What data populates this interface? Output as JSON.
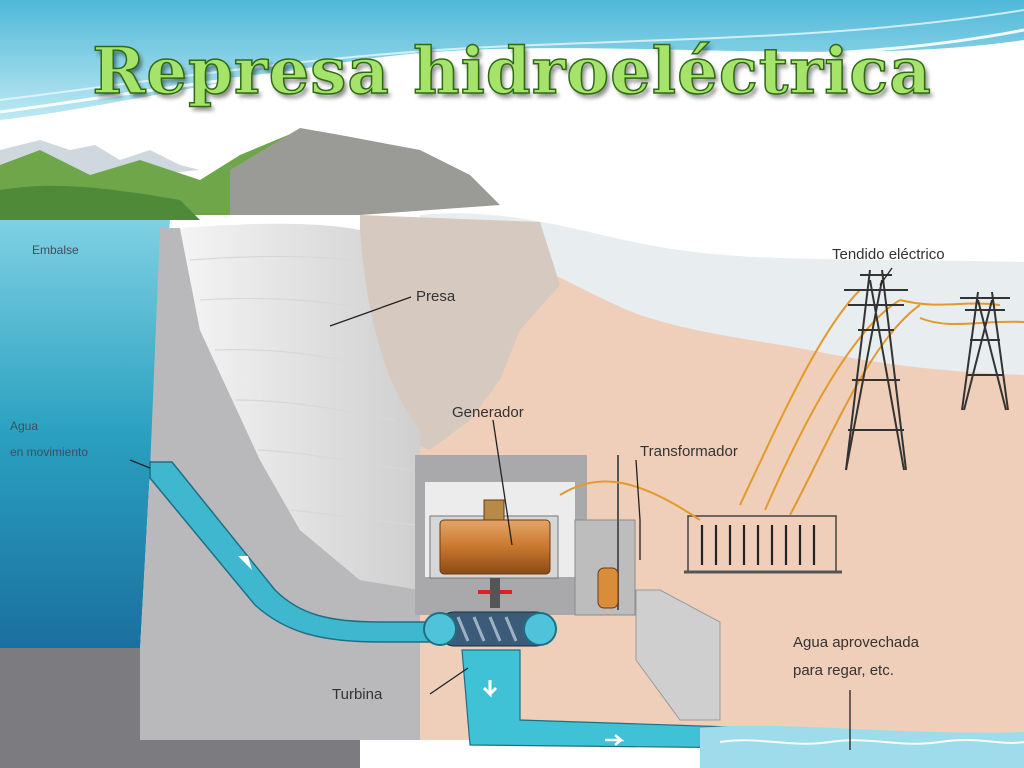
{
  "title": "Represa hidroeléctrica",
  "labels": {
    "embalse": "Embalse",
    "agua_line1": "Agua",
    "agua_line2": "en movimiento",
    "presa": "Presa",
    "generador": "Generador",
    "transformador": "Transformador",
    "tendido": "Tendido eléctrico",
    "turbina": "Turbina",
    "regar_line1": "Agua aprovechada",
    "regar_line2": "para regar, etc."
  },
  "colors": {
    "title_fill": "#a6e36b",
    "title_outline": "#2e6b12",
    "water": "#3aa7c2",
    "dam_concrete": "#c9c9c9",
    "terrain": "#efcfba",
    "power_lines": "#e39a2a"
  }
}
